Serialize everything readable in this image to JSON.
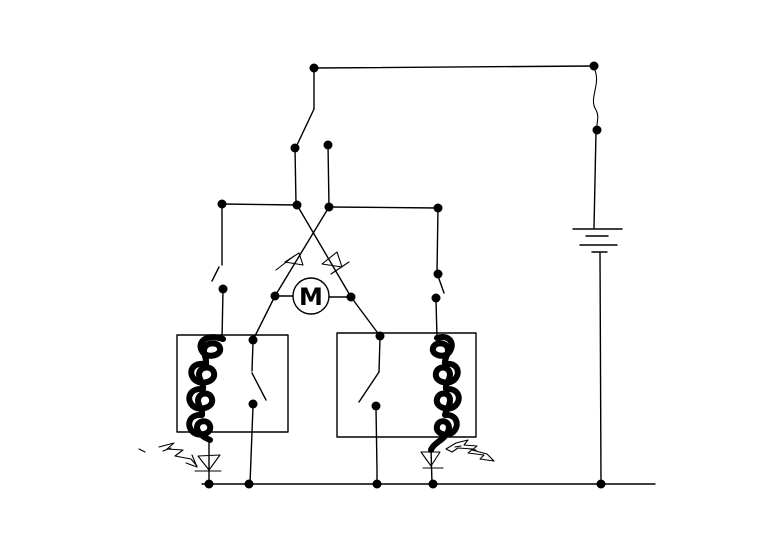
{
  "page": {
    "background_color": "#ffffff",
    "ink_color": "#000000",
    "kind": "hand-drawn circuit schematic"
  },
  "diagram": {
    "motor_label": "M",
    "components": [
      {
        "id": "motor",
        "label": "M",
        "kind": "dc-motor"
      },
      {
        "id": "battery",
        "kind": "battery",
        "cells": 2
      },
      {
        "id": "supply-switch",
        "kind": "curved-wire-link"
      },
      {
        "id": "selector-switch-top",
        "kind": "spdt-switch"
      },
      {
        "id": "branch-switch-left",
        "kind": "open-switch"
      },
      {
        "id": "branch-switch-right",
        "kind": "open-switch"
      },
      {
        "id": "steering-diode-left",
        "kind": "diode"
      },
      {
        "id": "steering-diode-right",
        "kind": "diode"
      },
      {
        "id": "relay-left",
        "kind": "relay-box-with-coil-and-contact"
      },
      {
        "id": "relay-right",
        "kind": "relay-box-with-coil-and-contact"
      },
      {
        "id": "flyback-diode-left",
        "kind": "diode"
      },
      {
        "id": "flyback-diode-right",
        "kind": "diode"
      },
      {
        "id": "spark-annotation-left",
        "kind": "lightning-arrow"
      },
      {
        "id": "spark-annotation-right",
        "kind": "lightning-arrow"
      }
    ]
  }
}
